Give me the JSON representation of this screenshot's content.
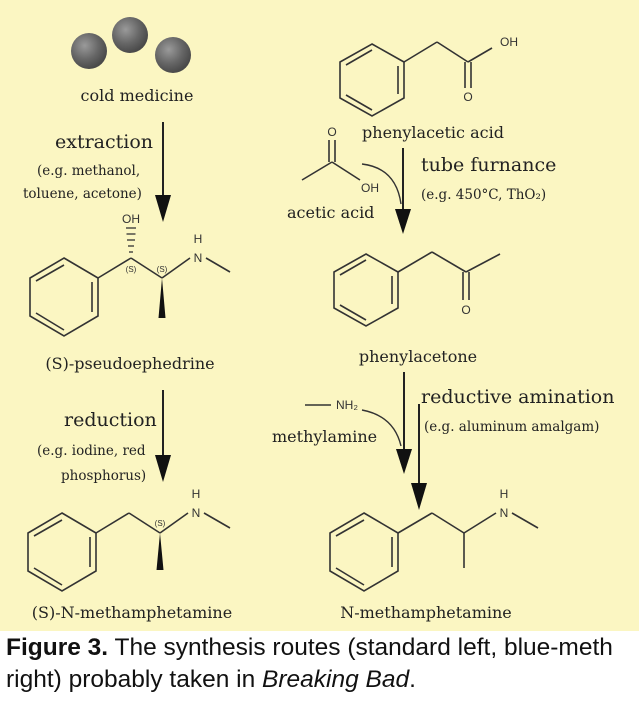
{
  "left_route": {
    "start": "cold medicine",
    "step1_title": "extraction",
    "step1_detail_1": "(e.g. methanol,",
    "step1_detail_2": "toluene, acetone)",
    "intermediate": "(S)-pseudoephedrine",
    "step2_title": "reduction",
    "step2_detail_1": "(e.g. iodine, red",
    "step2_detail_2": "phosphorus)",
    "product": "(S)-N-methamphetamine"
  },
  "right_route": {
    "start": "phenylacetic acid",
    "reagent1": "acetic acid",
    "step1_title": "tube furnance",
    "step1_detail": "(e.g. 450°C, ThO₂)",
    "intermediate": "phenylacetone",
    "reagent2": "methylamine",
    "step2_title": "reductive amination",
    "step2_detail": "(e.g. aluminum amalgam)",
    "product": "N-methamphetamine"
  },
  "atoms": {
    "oh": "OH",
    "o": "O",
    "nh": "H",
    "n": "N",
    "nh2": "NH₂",
    "stereo": "(S)"
  },
  "caption": {
    "label": "Figure 3.",
    "text_1": " The synthesis routes (standard left, blue-meth right) probably taken in ",
    "italic": "Breaking Bad",
    "text_2": "."
  },
  "colors": {
    "background": "#fbf6c2",
    "sphere": "#666666",
    "ink": "#222222"
  }
}
